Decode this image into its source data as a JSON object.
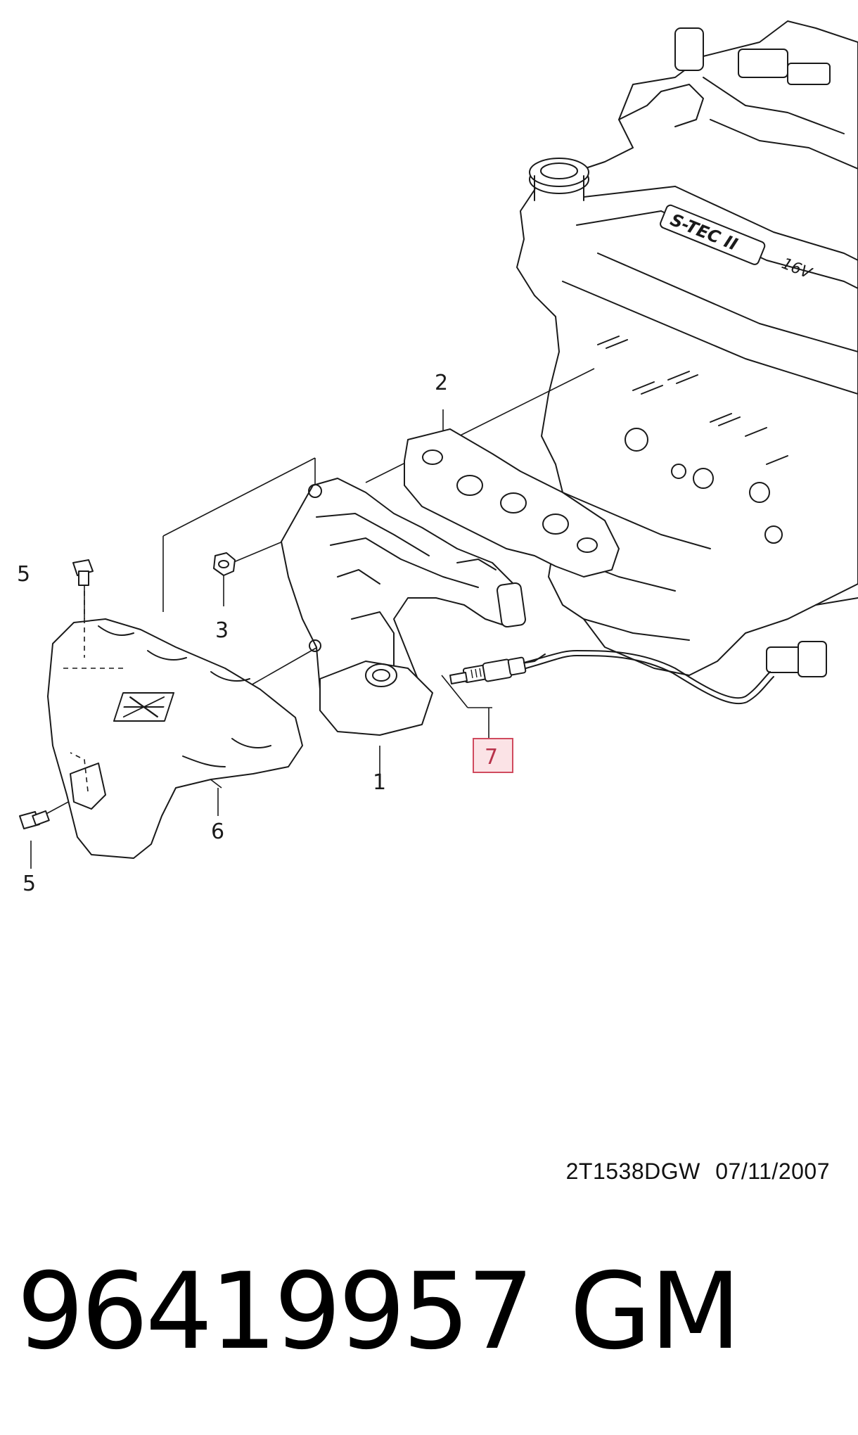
{
  "diagram": {
    "callouts": [
      {
        "id": "1",
        "label": "1",
        "highlighted": false
      },
      {
        "id": "2",
        "label": "2",
        "highlighted": false
      },
      {
        "id": "3",
        "label": "3",
        "highlighted": false
      },
      {
        "id": "5a",
        "label": "5",
        "highlighted": false
      },
      {
        "id": "5b",
        "label": "5",
        "highlighted": false
      },
      {
        "id": "6",
        "label": "6",
        "highlighted": false
      },
      {
        "id": "7",
        "label": "7",
        "highlighted": true
      }
    ],
    "engine_logo_text": "S-TEC II",
    "engine_badge_text": "16V",
    "highlight_color": "#d04a5e",
    "highlight_fill": "#fbe3e6"
  },
  "footer": {
    "doc_code": "2T1538DGW  07/11/2007",
    "part_number": "96419957",
    "brand": "GM"
  }
}
